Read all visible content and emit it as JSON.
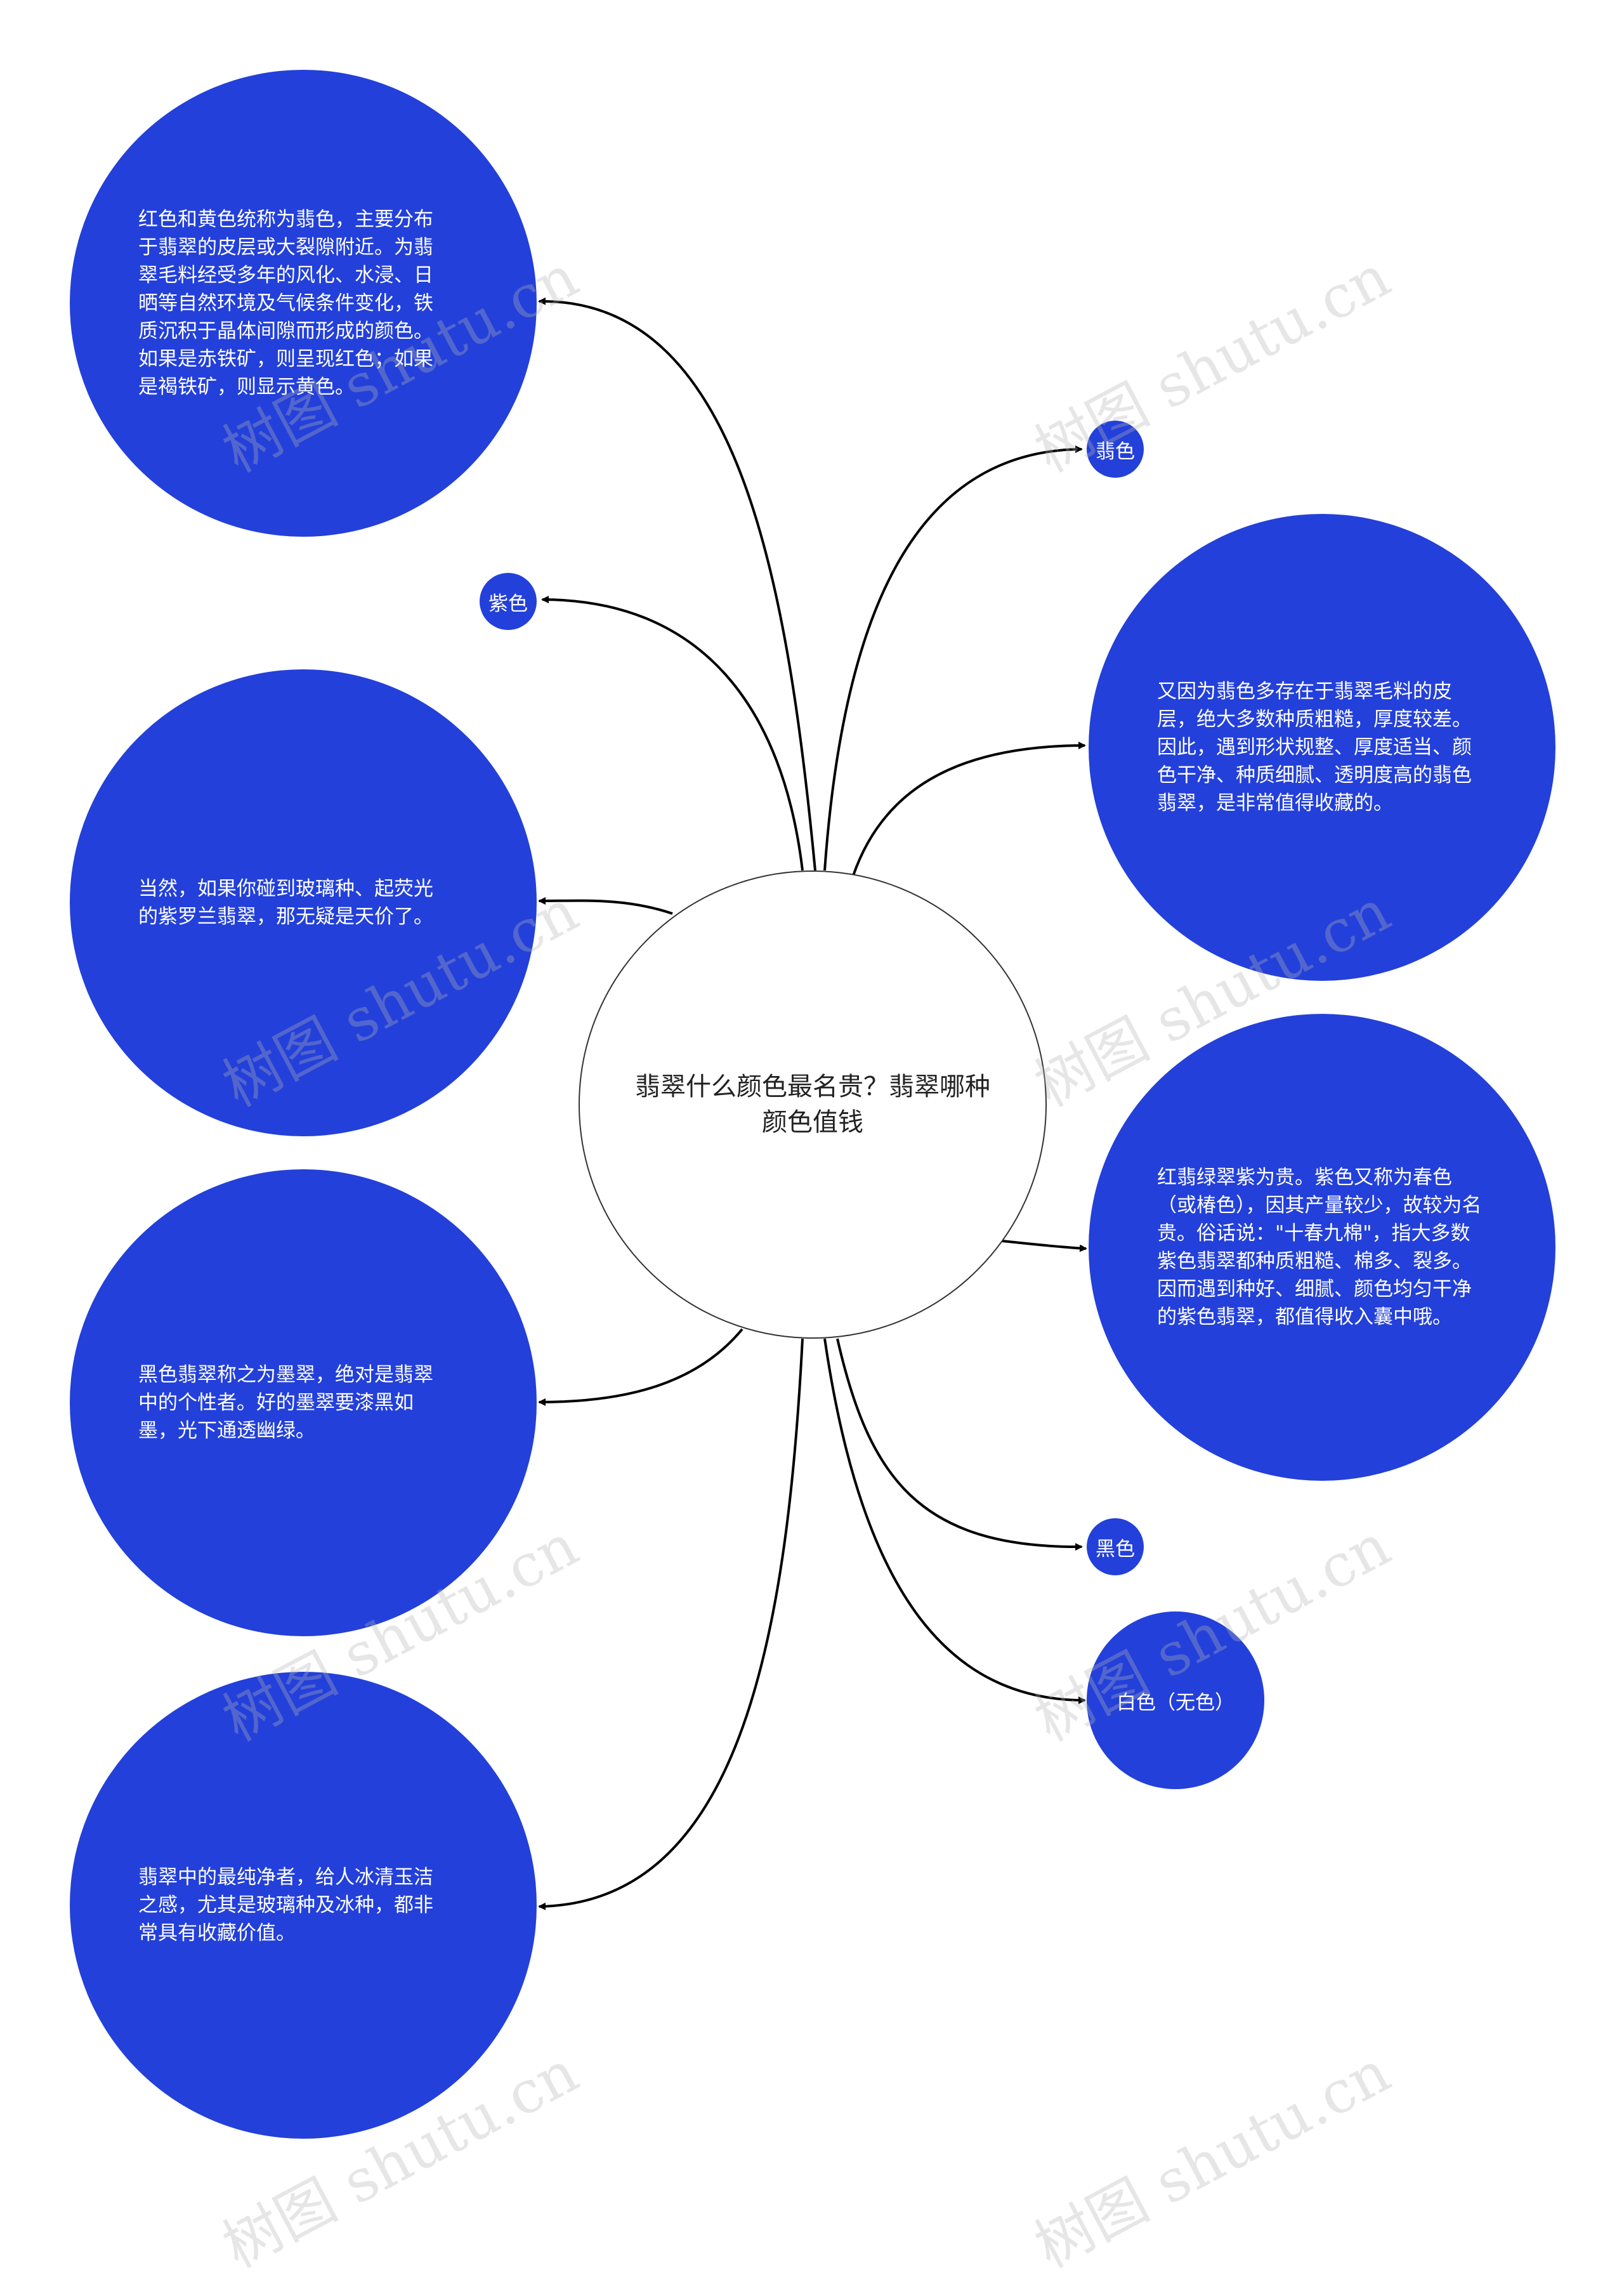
{
  "center": {
    "title": "翡翠什么颜色最名贵？翡翠哪种颜色值钱"
  },
  "nodes": {
    "red_yellow": "红色和黄色统称为翡色，主要分布于翡翠的皮层或大裂隙附近。为翡翠毛料经受多年的风化、水浸、日晒等自然环境及气候条件变化，铁质沉积于晶体间隙而形成的颜色。如果是赤铁矿，则呈现红色；如果是褐铁矿，则显示黄色。",
    "purple_label": "紫色",
    "purple_desc": "当然，如果你碰到玻璃种、起荧光的紫罗兰翡翠，那无疑是天价了。",
    "black_desc": "黑色翡翠称之为墨翠，绝对是翡翠中的个性者。好的墨翠要漆黑如墨，光下通透幽绿。",
    "white_desc": "翡翠中的最纯净者，给人冰清玉洁之感，尤其是玻璃种及冰种，都非常具有收藏价值。",
    "fei_label": "翡色",
    "fei_desc": "又因为翡色多存在于翡翠毛料的皮层，绝大多数种质粗糙，厚度较差。因此，遇到形状规整、厚度适当、颜色干净、种质细腻、透明度高的翡色翡翠，是非常值得收藏的。",
    "purple_long": "红翡绿翠紫为贵。紫色又称为春色（或椿色），因其产量较少，故较为名贵。俗话说：\"十春九棉\"，指大多数紫色翡翠都种质粗糙、棉多、裂多。因而遇到种好、细腻、颜色均匀干净的紫色翡翠，都值得收入囊中哦。",
    "black_label": "黑色",
    "white_label": "白色（无色）"
  },
  "watermark": "树图 shutu.cn",
  "colors": {
    "node_fill": "#2340DA",
    "edge": "#000000"
  }
}
